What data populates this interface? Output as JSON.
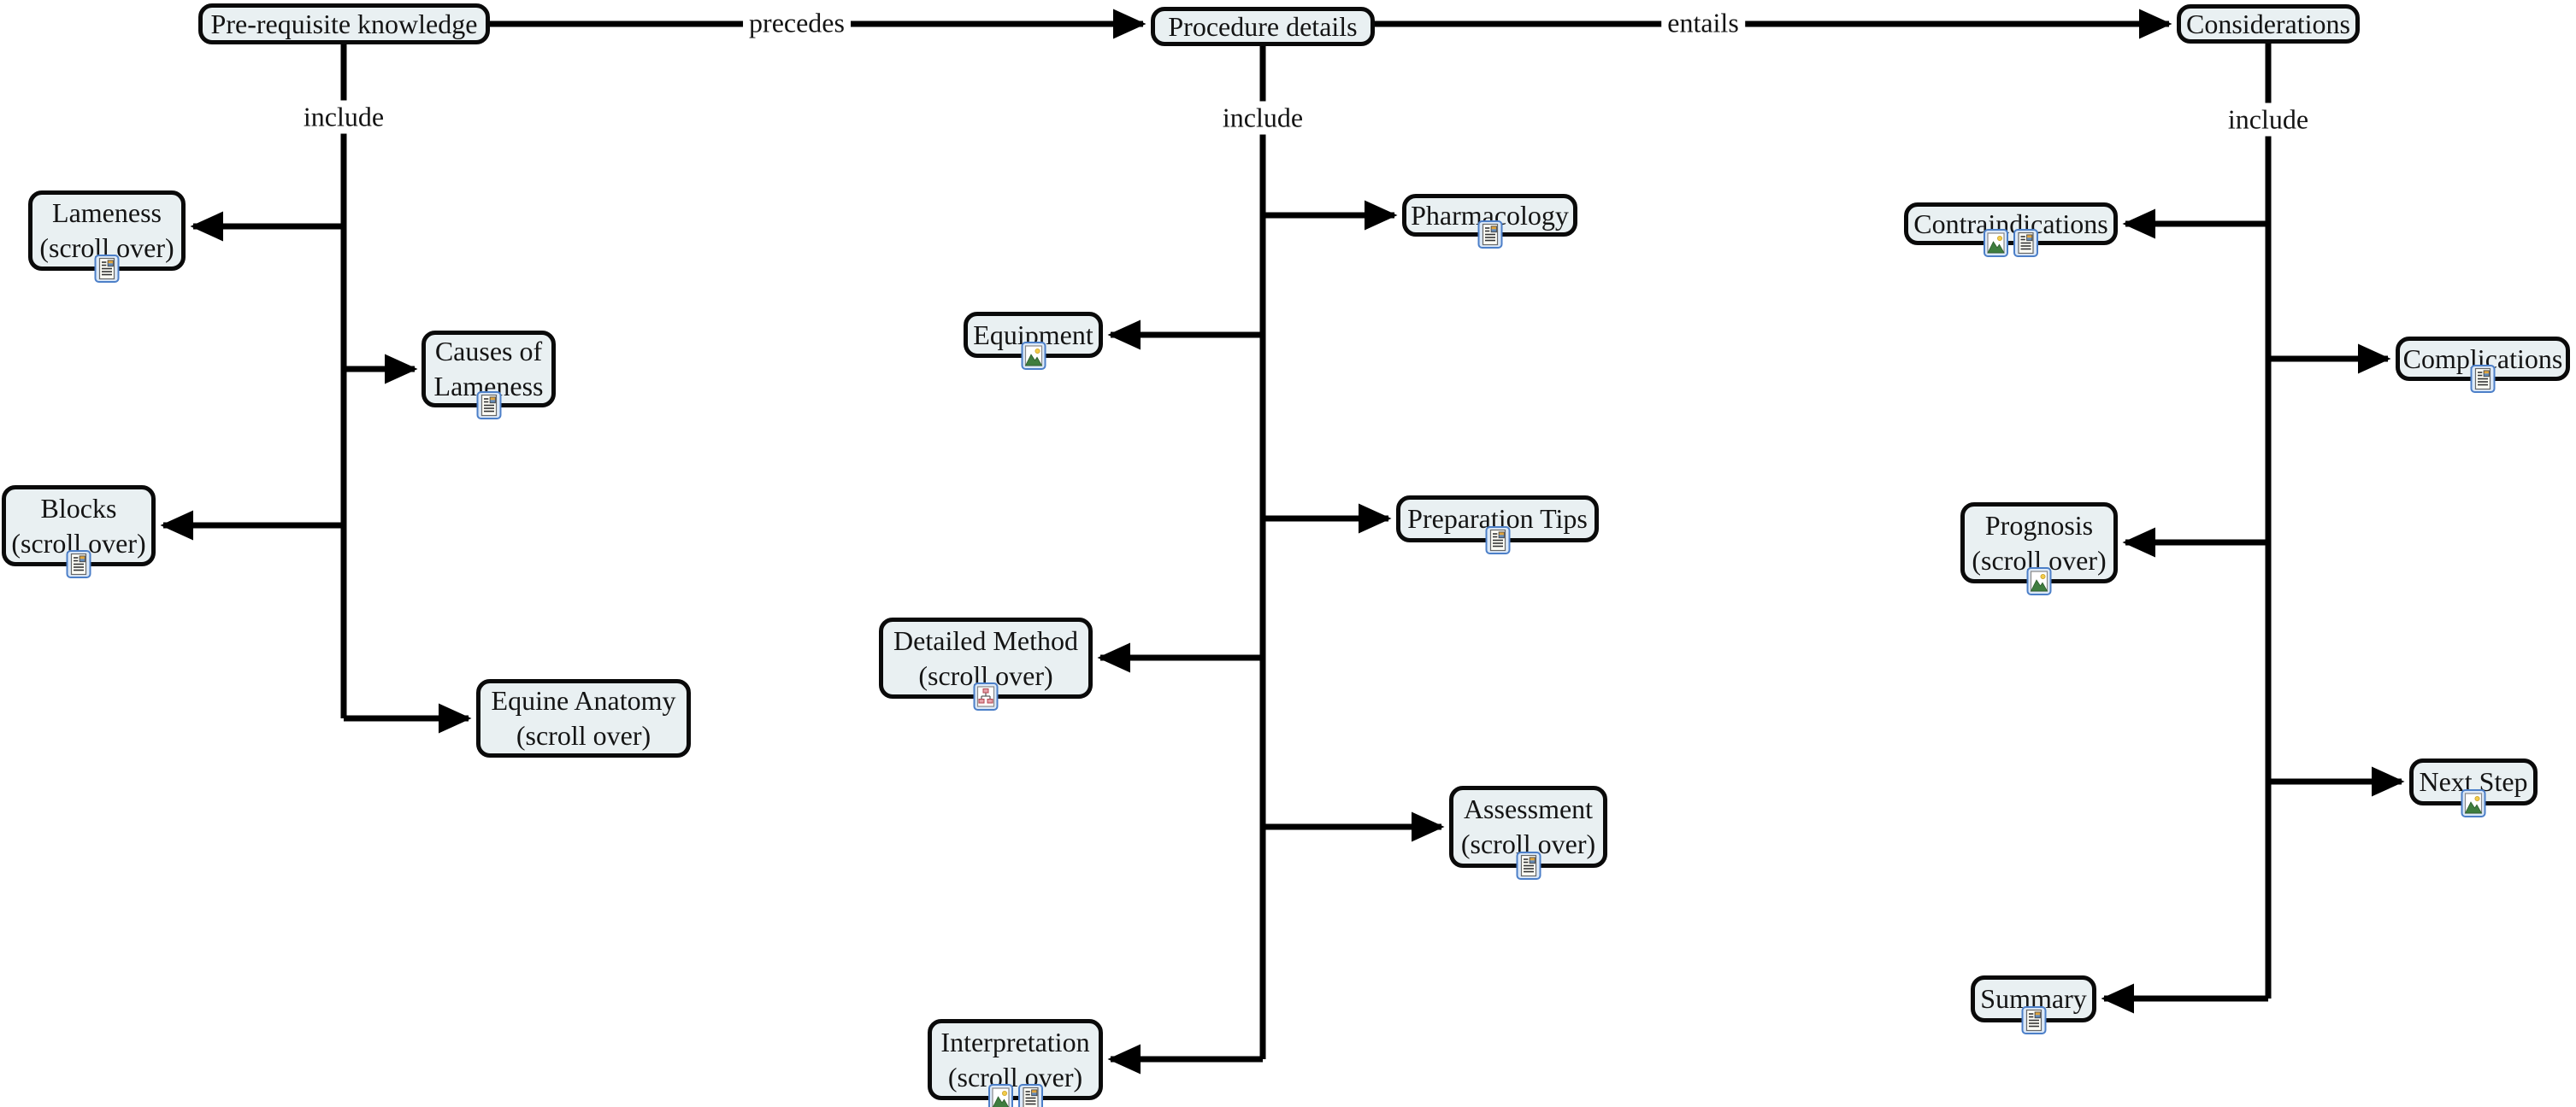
{
  "diagram": {
    "kind": "concept-map",
    "background_color": "#ffffff",
    "node_fill_color": "#e9f0f2",
    "node_border_color": "#0a0a0a",
    "connector_color": "#000000",
    "icon_frame_color": "#4c7fc8"
  },
  "linking": {
    "precedes": "precedes",
    "entails": "entails",
    "include_left": "include",
    "include_middle": "include",
    "include_right": "include"
  },
  "nodes": {
    "prerequisite": {
      "label": "Pre-requisite knowledge",
      "icons": []
    },
    "procedure": {
      "label": "Procedure details",
      "icons": []
    },
    "considerations": {
      "label": "Considerations",
      "icons": []
    },
    "lameness": {
      "label": "Lameness\n(scroll over)",
      "icons": [
        "document-resource"
      ]
    },
    "causes": {
      "label": "Causes of\nLameness",
      "icons": [
        "document-resource"
      ]
    },
    "blocks": {
      "label": "Blocks\n(scroll over)",
      "icons": [
        "document-resource"
      ]
    },
    "equine": {
      "label": "Equine Anatomy\n(scroll over)",
      "icons": []
    },
    "pharmacology": {
      "label": "Pharmacology",
      "icons": [
        "document-resource"
      ]
    },
    "equipment": {
      "label": "Equipment",
      "icons": [
        "image-resource"
      ]
    },
    "preparation": {
      "label": "Preparation Tips",
      "icons": [
        "document-resource"
      ]
    },
    "detailed_method": {
      "label": "Detailed Method\n(scroll over)",
      "icons": [
        "cmap-resource"
      ]
    },
    "assessment": {
      "label": "Assessment\n(scroll over)",
      "icons": [
        "document-resource"
      ]
    },
    "interpretation": {
      "label": "Interpretation\n(scroll over)",
      "icons": [
        "image-resource",
        "document-resource"
      ]
    },
    "contraindications": {
      "label": "Contraindications",
      "icons": [
        "image-resource",
        "document-resource"
      ]
    },
    "complications": {
      "label": "Complications",
      "icons": [
        "document-resource"
      ]
    },
    "prognosis": {
      "label": "Prognosis\n(scroll over)",
      "icons": [
        "image-resource"
      ]
    },
    "next_step": {
      "label": "Next Step",
      "icons": [
        "image-resource"
      ]
    },
    "summary": {
      "label": "Summary",
      "icons": [
        "document-resource"
      ]
    }
  }
}
